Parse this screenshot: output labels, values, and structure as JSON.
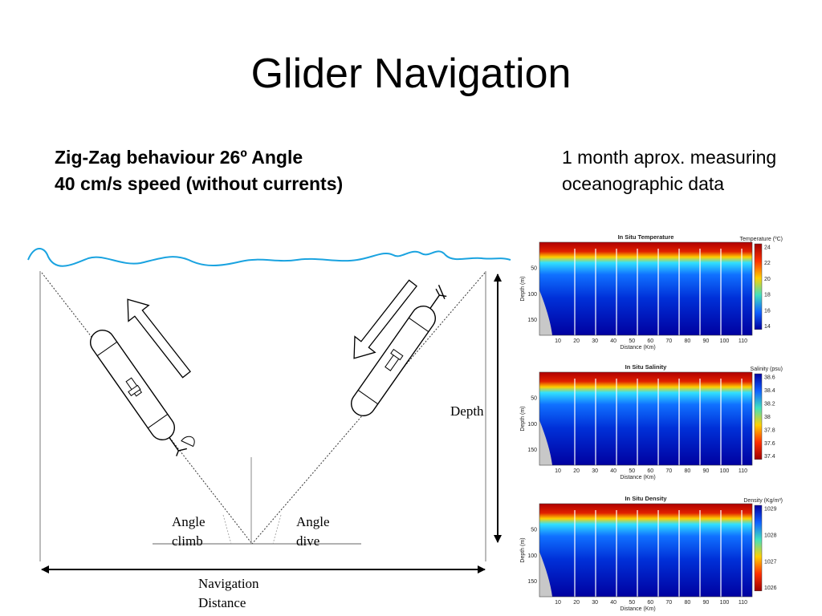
{
  "slide": {
    "title": "Glider Navigation",
    "left_heading_line1": "Zig-Zag behaviour 26º Angle",
    "left_heading_line2": "40 cm/s speed (without currents)",
    "right_heading_line1": "1 month aprox. measuring",
    "right_heading_line2": "oceanographic data"
  },
  "diagram": {
    "depth_label": "Depth",
    "angle_climb_line1": "Angle",
    "angle_climb_line2": "climb",
    "angle_dive_line1": "Angle",
    "angle_dive_line2": "dive",
    "nav_distance_line1": "Navigation",
    "nav_distance_line2": "Distance",
    "angle_degrees": 26,
    "speed_cm_s": 40
  },
  "panels": [
    {
      "title": "In Situ Temperature",
      "cb_label": "Temperature (ºC)",
      "cb_ticks": [
        "24",
        "22",
        "20",
        "18",
        "16",
        "14"
      ],
      "ylabel": "Depth (m)",
      "xlabel": "Distance (Km)",
      "y_ticks": [
        "50",
        "100",
        "150"
      ],
      "x_ticks": [
        "10",
        "20",
        "30",
        "40",
        "50",
        "60",
        "70",
        "80",
        "90",
        "100",
        "110"
      ],
      "colormap": "jet",
      "cb_top_color": "#c00000",
      "cb_bottom_color": "#0000b0"
    },
    {
      "title": "In Situ Salinity",
      "cb_label": "Salinity (psu)",
      "cb_ticks": [
        "38.6",
        "38.4",
        "38.2",
        "38",
        "37.8",
        "37.6",
        "37.4"
      ],
      "ylabel": "Depth (m)",
      "xlabel": "Distance (Km)",
      "y_ticks": [
        "50",
        "100",
        "150"
      ],
      "x_ticks": [
        "10",
        "20",
        "30",
        "40",
        "50",
        "60",
        "70",
        "80",
        "90",
        "100",
        "110"
      ],
      "colormap": "jet-reversed",
      "cb_top_color": "#0000b0",
      "cb_bottom_color": "#c00000"
    },
    {
      "title": "In Situ Density",
      "cb_label": "Density (Kg/m³)",
      "cb_ticks": [
        "1029",
        "1028",
        "1027",
        "1026"
      ],
      "ylabel": "Depth (m)",
      "xlabel": "Distance (Km)",
      "y_ticks": [
        "50",
        "100",
        "150"
      ],
      "x_ticks": [
        "10",
        "20",
        "30",
        "40",
        "50",
        "60",
        "70",
        "80",
        "90",
        "100",
        "110"
      ],
      "colormap": "jet-reversed",
      "cb_top_color": "#0000b0",
      "cb_bottom_color": "#c00000"
    }
  ]
}
